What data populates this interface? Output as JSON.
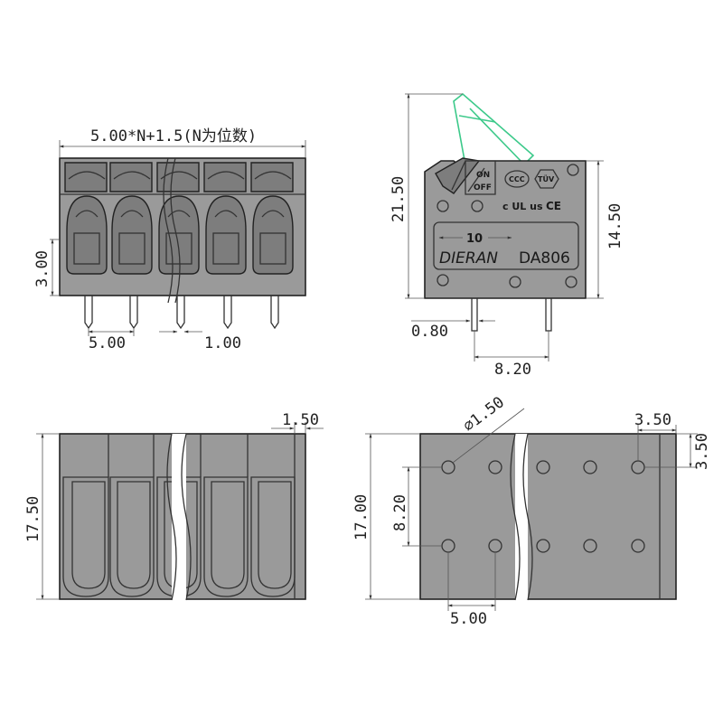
{
  "front_view": {
    "dim_width_formula": "5.00*N+1.5(N为位数)",
    "dim_height": "3.00",
    "dim_pitch": "5.00",
    "dim_pin_gap": "1.00"
  },
  "side_view": {
    "dim_total_height": "21.50",
    "dim_body_height": "14.50",
    "dim_pin_width": "0.80",
    "dim_pin_spacing": "8.20",
    "label_on": "ON",
    "label_off": "OFF",
    "label_pitch": "10",
    "brand": "DIERAN",
    "model": "DA806",
    "mark_ccc": "CCC",
    "mark_tuv": "TÜV",
    "mark_ce": "CE",
    "mark_ul": "c UL us"
  },
  "top_view": {
    "dim_depth": "17.50",
    "dim_wall": "1.50"
  },
  "bottom_view": {
    "dim_hole_diameter": "⌀1.50",
    "dim_depth": "17.00",
    "dim_row_spacing": "8.20",
    "dim_pitch": "5.00",
    "dim_edge_x": "3.50",
    "dim_edge_y": "3.50"
  },
  "colors": {
    "body": "#9a9a9a",
    "lever_outline": "#3cc98a"
  }
}
